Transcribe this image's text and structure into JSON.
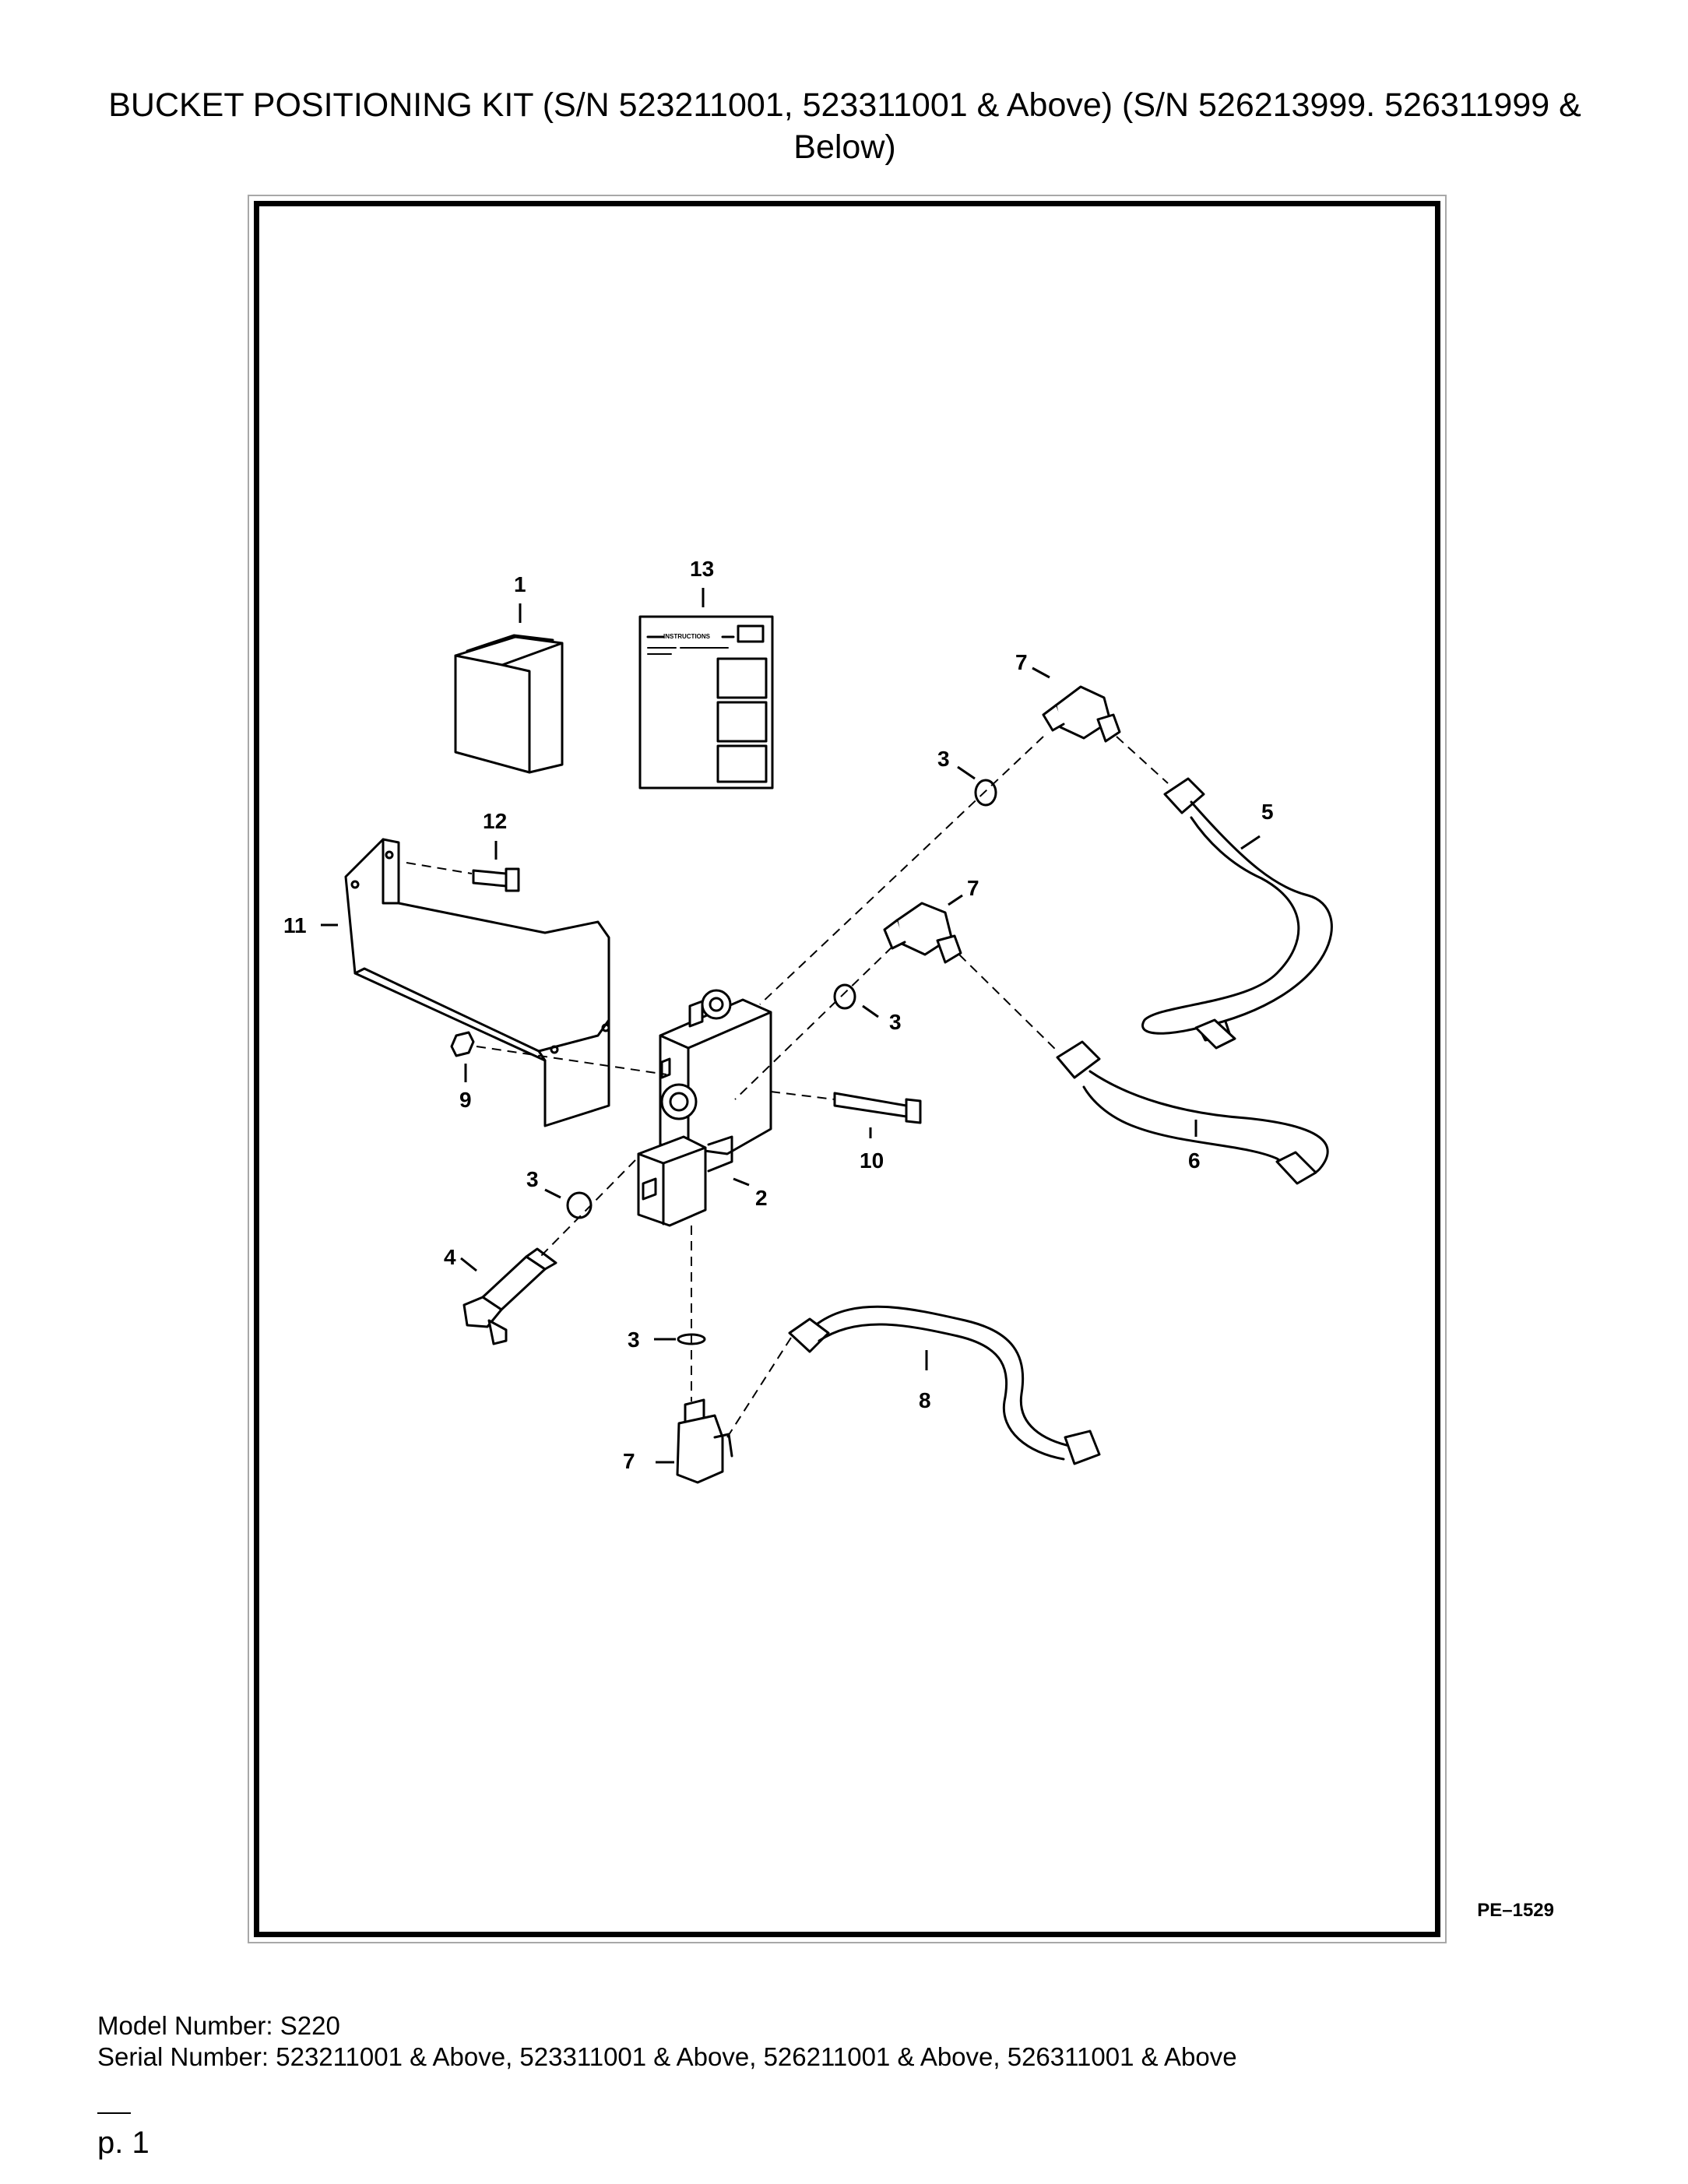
{
  "title": "BUCKET POSITIONING KIT (S/N 523211001, 523311001 & Above) (S/N 526213999. 526311999 & Below)",
  "diagram": {
    "callouts": [
      "1",
      "2",
      "3",
      "3",
      "3",
      "3",
      "4",
      "5",
      "6",
      "7",
      "7",
      "7",
      "8",
      "9",
      "10",
      "11",
      "12",
      "13"
    ],
    "instructions_heading": "INSTRUCTIONS",
    "reference": "PE–1529"
  },
  "footer": {
    "model": "Model Number: S220",
    "serial": "Serial Number: 523211001 & Above, 523311001 & Above, 526211001 & Above, 526311001 & Above"
  },
  "page": "p. 1"
}
